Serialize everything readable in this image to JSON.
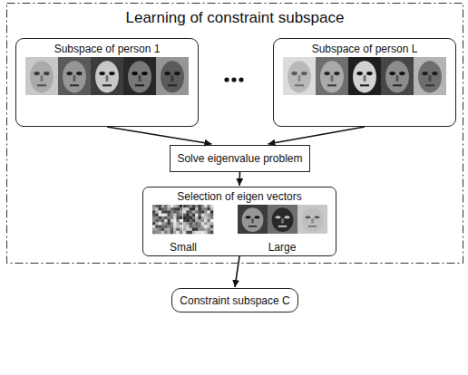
{
  "diagram": {
    "nodes": [
      {
        "text": [
          "Learning of constraint subspace"
        ]
      },
      {
        "text": [
          "Subspace of person 1"
        ],
        "in": 0
      },
      {
        "text": [
          "Subspace of person L"
        ],
        "in": 0
      },
      {
        "text": [
          "Solve eigenvalue problem"
        ],
        "in": 0
      },
      {
        "text": [
          "Selection of eigen vectors",
          "Small",
          "Large"
        ],
        "in": 0
      },
      {
        "text": [
          "Constraint subspace C"
        ]
      }
    ],
    "edges": [
      {
        "from": 1,
        "to": 3,
        "arrow": "to"
      },
      {
        "from": 2,
        "to": 3,
        "arrow": "to"
      },
      {
        "from": 3,
        "to": 4,
        "arrow": "to"
      },
      {
        "from": 4,
        "to": 5,
        "arrow": "to"
      }
    ]
  }
}
